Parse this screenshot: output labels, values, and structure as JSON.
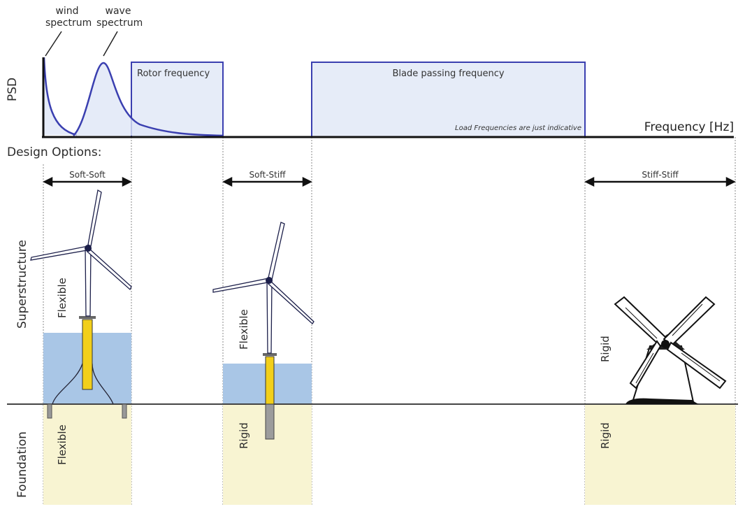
{
  "spectrum": {
    "y_axis_label": "PSD",
    "x_axis_label": "Frequency [Hz]",
    "wind_label_line1": "wind",
    "wind_label_line2": "spectrum",
    "wave_label_line1": "wave",
    "wave_label_line2": "spectrum",
    "rotor_band_label": "Rotor frequency",
    "blade_band_label": "Blade passing frequency",
    "note": "Load Frequencies are just indicative"
  },
  "design": {
    "heading": "Design Options:",
    "options": [
      {
        "label": "Soft-Soft",
        "superstructure": "Flexible",
        "foundation": "Flexible"
      },
      {
        "label": "Soft-Stiff",
        "superstructure": "Flexible",
        "foundation": "Rigid"
      },
      {
        "label": "Stiff-Stiff",
        "superstructure": "Rigid",
        "foundation": "Rigid"
      }
    ],
    "row_labels": {
      "superstructure": "Superstructure",
      "foundation": "Foundation"
    }
  },
  "colors": {
    "spectrum_line": "#3a3fb0",
    "band_fill": "#e6ecf8",
    "water": "#a9c6e6",
    "soil": "#f8f4d2",
    "pile_yellow": "#f2cf1a",
    "pile_grey": "#9c9c9c"
  }
}
